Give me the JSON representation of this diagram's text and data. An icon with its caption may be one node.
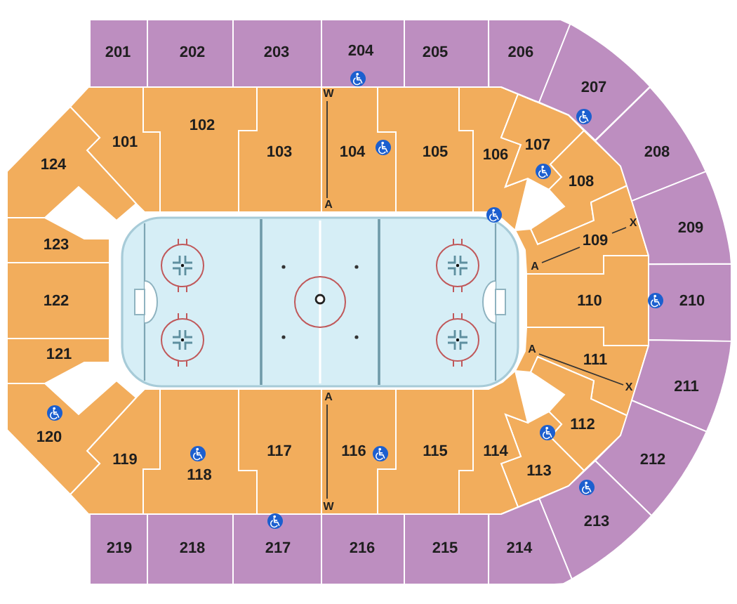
{
  "diagram": {
    "nodes": [
      {
        "text": [
          "101"
        ]
      },
      {
        "text": [
          "102"
        ]
      },
      {
        "text": [
          "103"
        ]
      },
      {
        "text": [
          "104"
        ]
      },
      {
        "text": [
          "105"
        ]
      },
      {
        "text": [
          "106"
        ]
      },
      {
        "text": [
          "107"
        ]
      },
      {
        "text": [
          "108"
        ]
      },
      {
        "text": [
          "109"
        ]
      },
      {
        "text": [
          "110"
        ]
      },
      {
        "text": [
          "111"
        ]
      },
      {
        "text": [
          "112"
        ]
      },
      {
        "text": [
          "113"
        ]
      },
      {
        "text": [
          "114"
        ]
      },
      {
        "text": [
          "115"
        ]
      },
      {
        "text": [
          "116"
        ]
      },
      {
        "text": [
          "117"
        ]
      },
      {
        "text": [
          "118"
        ]
      },
      {
        "text": [
          "119"
        ]
      },
      {
        "text": [
          "120"
        ]
      },
      {
        "text": [
          "121"
        ]
      },
      {
        "text": [
          "122"
        ]
      },
      {
        "text": [
          "123"
        ]
      },
      {
        "text": [
          "124"
        ]
      },
      {
        "text": [
          "201"
        ]
      },
      {
        "text": [
          "202"
        ]
      },
      {
        "text": [
          "203"
        ]
      },
      {
        "text": [
          "204"
        ]
      },
      {
        "text": [
          "205"
        ]
      },
      {
        "text": [
          "206"
        ]
      },
      {
        "text": [
          "207"
        ]
      },
      {
        "text": [
          "208"
        ]
      },
      {
        "text": [
          "209"
        ]
      },
      {
        "text": [
          "210"
        ]
      },
      {
        "text": [
          "211"
        ]
      },
      {
        "text": [
          "212"
        ]
      },
      {
        "text": [
          "213"
        ]
      },
      {
        "text": [
          "214"
        ]
      },
      {
        "text": [
          "215"
        ]
      },
      {
        "text": [
          "216"
        ]
      },
      {
        "text": [
          "217"
        ]
      },
      {
        "text": [
          "218"
        ]
      },
      {
        "text": [
          "219"
        ]
      }
    ],
    "labels": [
      "W",
      "A",
      "X",
      "A",
      "A",
      "X",
      "A",
      "W"
    ]
  }
}
